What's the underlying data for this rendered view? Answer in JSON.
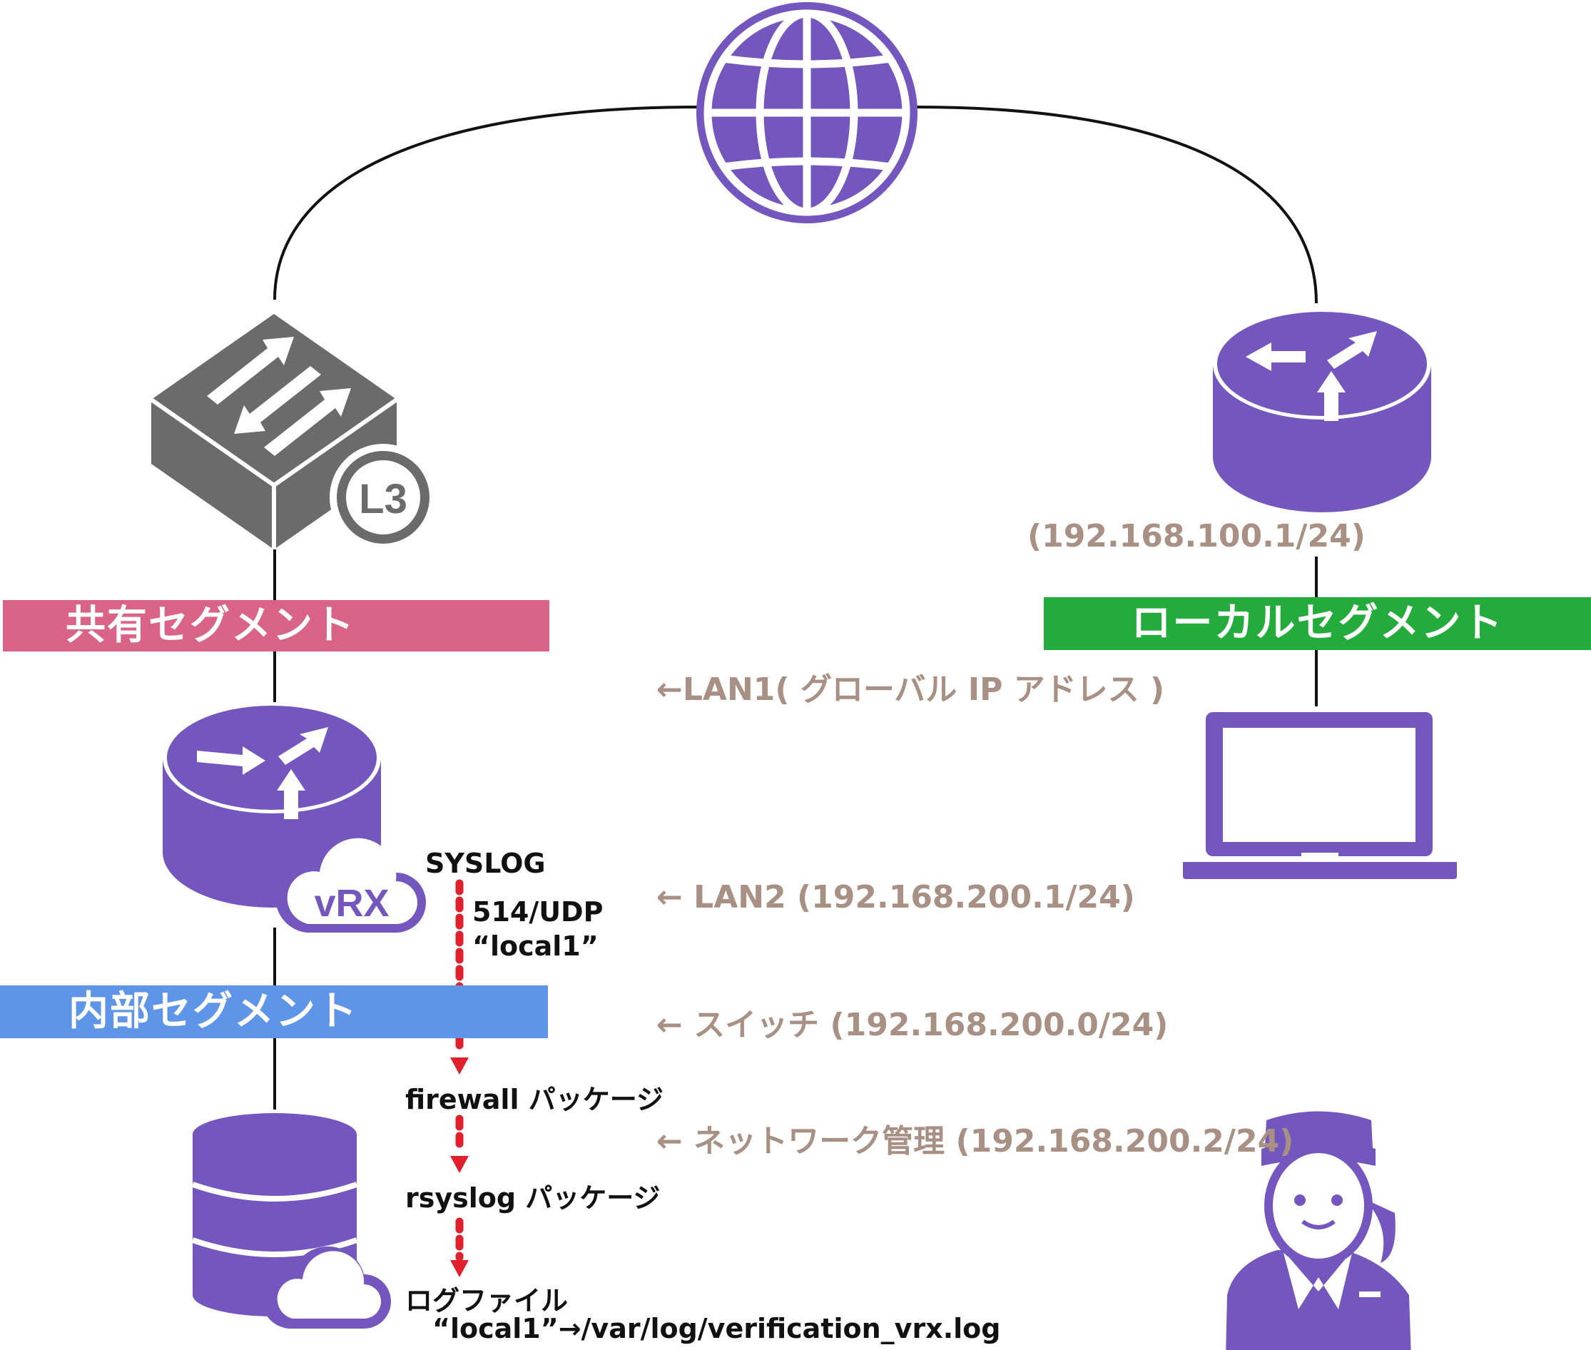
{
  "segments": {
    "shared": "共有セグメント",
    "local": "ローカルセグメント",
    "internal": "内部セグメント"
  },
  "router_ip": "(192.168.100.1/24)",
  "notes": {
    "lan1": "←LAN1( グローバル IP アドレス )",
    "lan2": "← LAN2 (192.168.200.1/24)",
    "switch": "← スイッチ (192.168.200.0/24)",
    "netadmin": "← ネットワーク管理 (192.168.200.2/24)"
  },
  "flow": {
    "syslog": "SYSLOG",
    "port": "514/UDP",
    "facility": "“local1”",
    "firewall": "firewall パッケージ",
    "rsyslog": "rsyslog パッケージ",
    "logfile": "ログファイル",
    "logpath": "“local1”→/var/log/verification_vrx.log"
  },
  "icons": {
    "l3_badge": "L3",
    "vrx_badge": "vRX"
  },
  "colors": {
    "purple": "#7357bf",
    "gray": "#6b6b6b",
    "shared_segment": "#d96487",
    "local_segment": "#23ab3c",
    "internal_segment": "#5f95e8",
    "note_text": "#a89085",
    "flow_arrow": "#e0202c"
  }
}
